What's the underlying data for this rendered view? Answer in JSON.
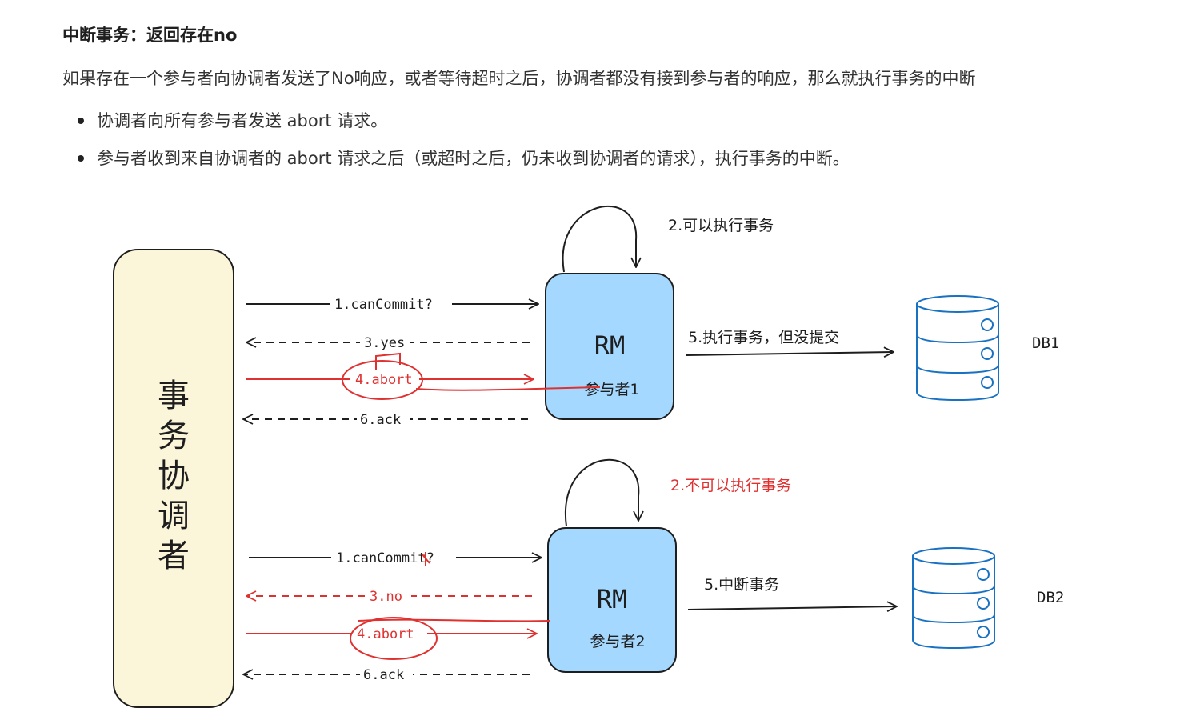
{
  "heading": "中断事务：返回存在no",
  "paragraph": "如果存在一个参与者向协调者发送了No响应，或者等待超时之后，协调者都没有接到参与者的响应，那么就执行事务的中断",
  "bullets": [
    "协调者向所有参与者发送 abort 请求。",
    "参与者收到来自协调者的 abort 请求之后（或超时之后，仍未收到协调者的请求），执行事务的中断。"
  ],
  "diagram": {
    "coordinator": [
      "事",
      "务",
      "协",
      "调",
      "者"
    ],
    "top": {
      "rm_label": "RM",
      "participant_label": "参与者1",
      "self_loop_label": "2.可以执行事务",
      "msg_cancommit": "1.canCommit?",
      "msg_yes": "3.yes",
      "msg_abort": "4.abort",
      "msg_ack": "6.ack",
      "db_arrow_label": "5.执行事务，但没提交",
      "db_label": "DB1"
    },
    "bottom": {
      "rm_label": "RM",
      "participant_label": "参与者2",
      "self_loop_label": "2.不可以执行事务",
      "msg_cancommit": "1.canCommit?",
      "msg_no": "3.no",
      "msg_abort": "4.abort",
      "msg_ack": "6.ack",
      "db_arrow_label": "5.中断事务",
      "db_label": "DB2"
    },
    "colors": {
      "coordinator_fill": "#fbf6d9",
      "rm_fill": "#a5d8ff",
      "db_stroke": "#1971c2",
      "red": "#e03131",
      "black": "#1e1e1e"
    }
  }
}
